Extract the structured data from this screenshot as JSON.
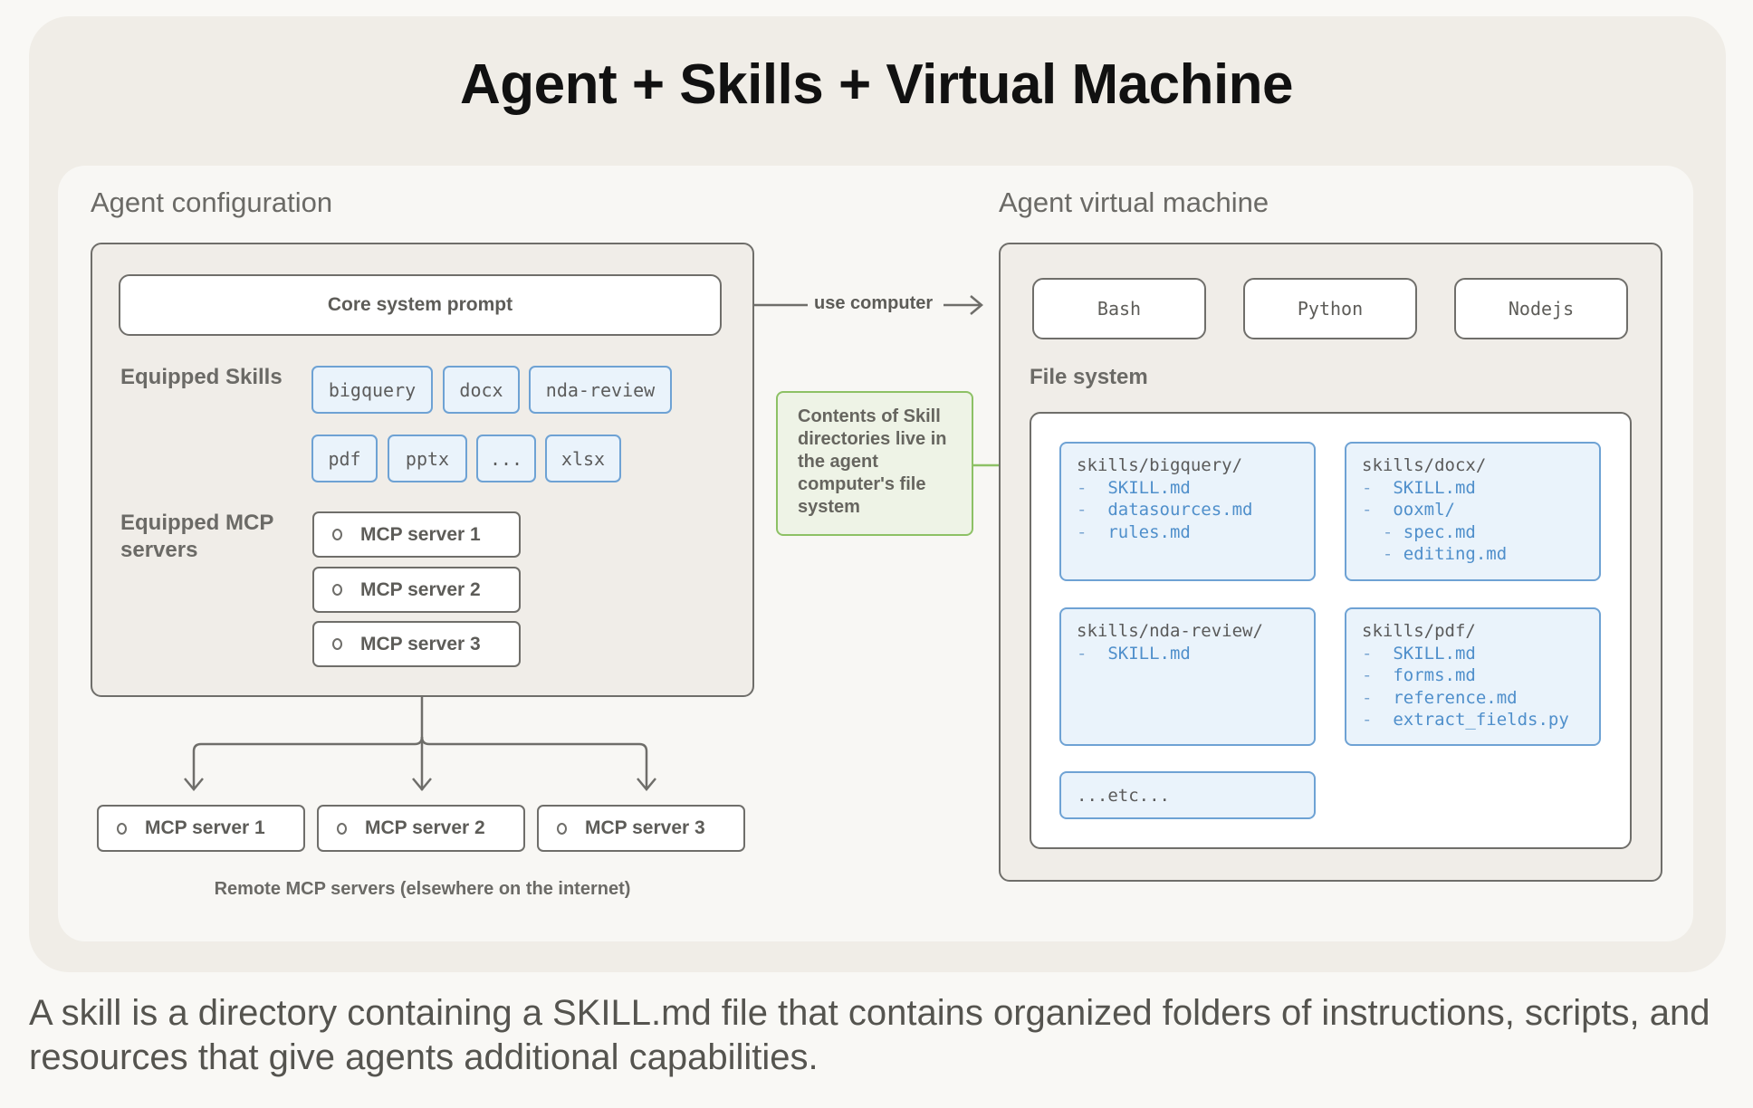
{
  "title": "Agent + Skills + Virtual Machine",
  "agent_configuration": {
    "label": "Agent configuration",
    "core_system_prompt": "Core system prompt",
    "equipped_skills_label": "Equipped Skills",
    "skills": [
      "bigquery",
      "docx",
      "nda-review",
      "pdf",
      "pptx",
      "...",
      "xlsx"
    ],
    "equipped_mcp_label": "Equipped MCP servers",
    "mcp_servers": [
      "MCP server 1",
      "MCP server 2",
      "MCP server 3"
    ]
  },
  "connector": {
    "use_computer": "use computer",
    "note": "Contents of Skill directories live in the agent computer's file system"
  },
  "remote_mcp": {
    "servers": [
      "MCP server 1",
      "MCP server 2",
      "MCP server 3"
    ],
    "caption": "Remote MCP servers (elsewhere on the internet)"
  },
  "virtual_machine": {
    "label": "Agent virtual machine",
    "runtimes": [
      "Bash",
      "Python",
      "Nodejs"
    ],
    "file_system_label": "File system",
    "directories": [
      {
        "path": "skills/bigquery/",
        "items": [
          {
            "indent": 0,
            "name": "SKILL.md"
          },
          {
            "indent": 0,
            "name": "datasources.md"
          },
          {
            "indent": 0,
            "name": "rules.md"
          }
        ]
      },
      {
        "path": "skills/docx/",
        "items": [
          {
            "indent": 0,
            "name": "SKILL.md"
          },
          {
            "indent": 0,
            "name": "ooxml/"
          },
          {
            "indent": 1,
            "name": "spec.md"
          },
          {
            "indent": 1,
            "name": "editing.md"
          }
        ]
      },
      {
        "path": "skills/nda-review/",
        "items": [
          {
            "indent": 0,
            "name": "SKILL.md"
          }
        ]
      },
      {
        "path": "skills/pdf/",
        "items": [
          {
            "indent": 0,
            "name": "SKILL.md"
          },
          {
            "indent": 0,
            "name": "forms.md"
          },
          {
            "indent": 0,
            "name": "reference.md"
          },
          {
            "indent": 0,
            "name": "extract_fields.py"
          }
        ]
      }
    ],
    "etc": "...etc..."
  },
  "caption": "A skill is a directory containing a SKILL.md file that contains organized folders of instructions, scripts, and resources that give agents additional capabilities.",
  "colors": {
    "skill_blue": "#6ea2d4",
    "skill_fill": "#eaf3fb",
    "note_green": "#8dc165",
    "border_grey": "#6f6e6a"
  }
}
